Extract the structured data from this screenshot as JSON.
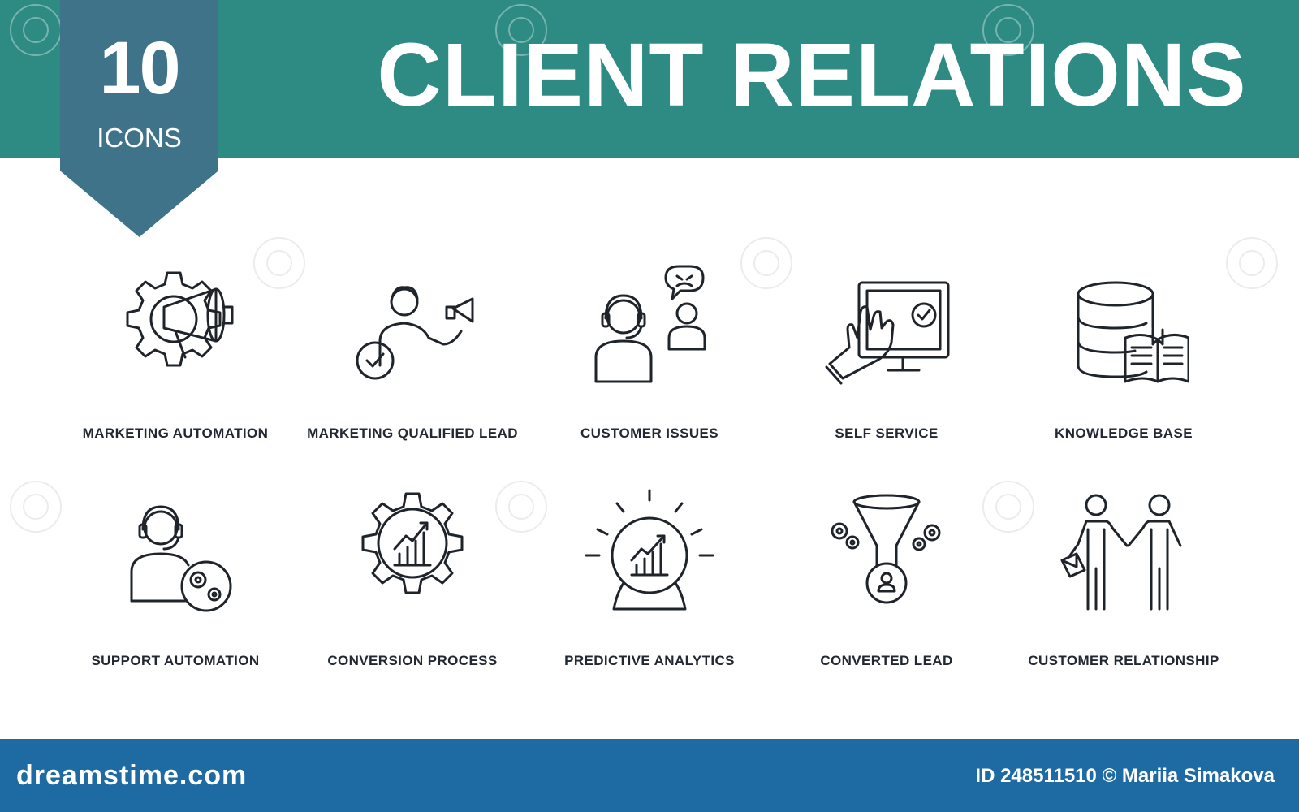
{
  "header": {
    "count": "10",
    "count_label": "ICONS",
    "title": "CLIENT RELATIONS",
    "bar_color": "#2e8b84",
    "badge_color": "#3f7389"
  },
  "icons": [
    {
      "label": "MARKETING AUTOMATION",
      "icon": "gear-megaphone-icon"
    },
    {
      "label": "MARKETING QUALIFIED LEAD",
      "icon": "person-megaphone-check-icon"
    },
    {
      "label": "CUSTOMER ISSUES",
      "icon": "headset-agent-angry-customer-icon"
    },
    {
      "label": "SELF SERVICE",
      "icon": "hand-monitor-check-icon"
    },
    {
      "label": "KNOWLEDGE BASE",
      "icon": "database-book-icon"
    },
    {
      "label": "SUPPORT AUTOMATION",
      "icon": "headset-agent-gears-icon"
    },
    {
      "label": "CONVERSION PROCESS",
      "icon": "gear-growth-chart-icon"
    },
    {
      "label": "PREDICTIVE ANALYTICS",
      "icon": "crystal-ball-chart-icon"
    },
    {
      "label": "CONVERTED LEAD",
      "icon": "funnel-gears-user-icon"
    },
    {
      "label": "CUSTOMER RELATIONSHIP",
      "icon": "handshake-people-icon"
    }
  ],
  "footer": {
    "logo": "dreamstime.com",
    "credit": "ID 248511510 © Mariia Simakova",
    "bar_color": "#1e6aa3"
  }
}
